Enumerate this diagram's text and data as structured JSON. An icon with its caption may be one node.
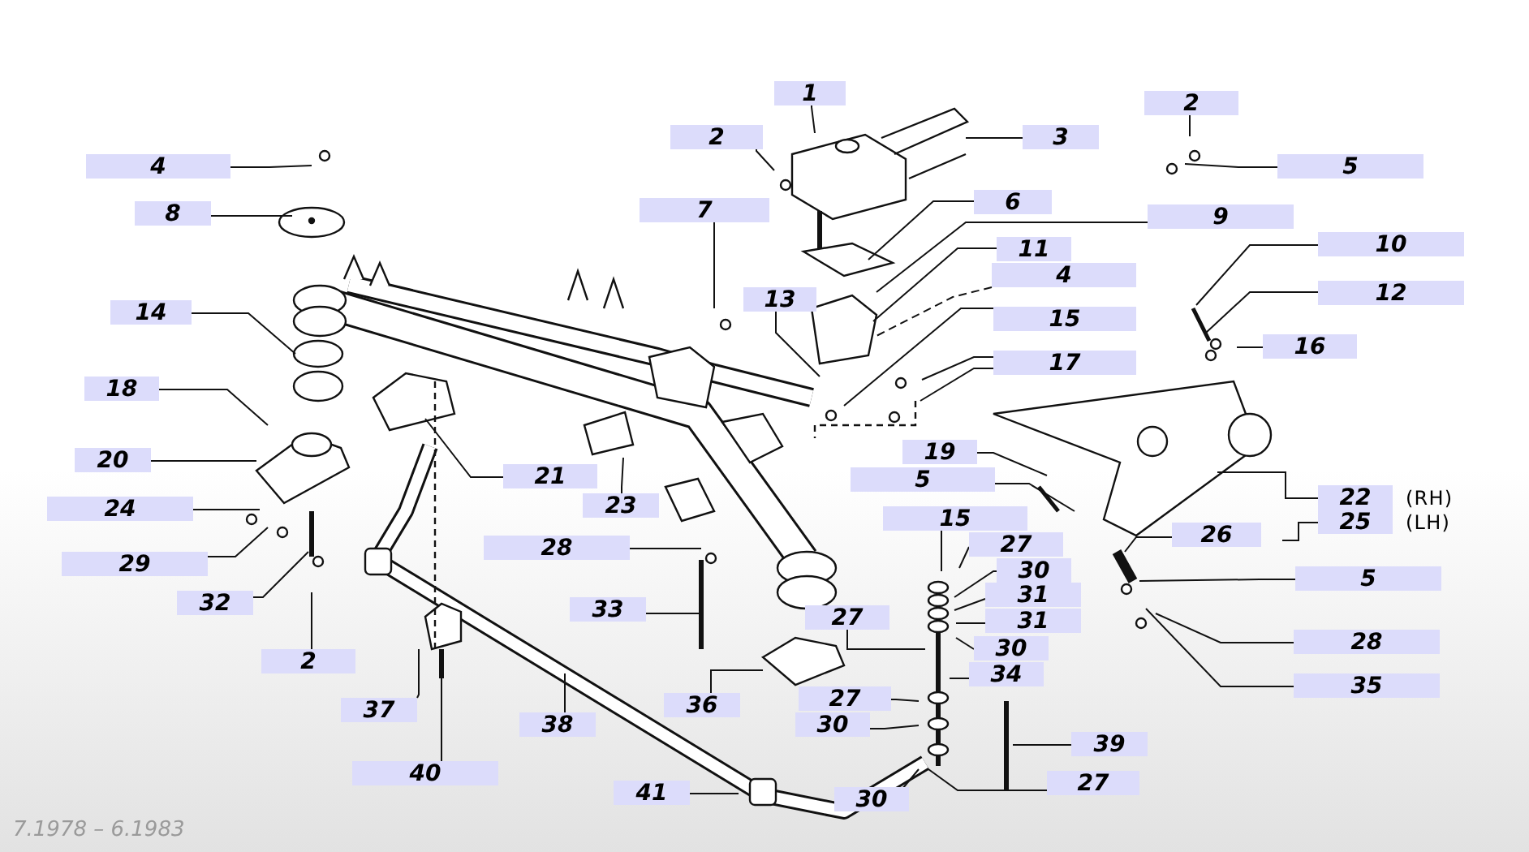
{
  "diagram": {
    "nodes": [
      {
        "text": [
          "1"
        ]
      },
      {
        "text": [
          "2"
        ]
      },
      {
        "text": [
          "3"
        ]
      },
      {
        "text": [
          "4"
        ]
      },
      {
        "text": [
          "5"
        ]
      },
      {
        "text": [
          "2"
        ]
      },
      {
        "text": [
          "8"
        ]
      },
      {
        "text": [
          "7"
        ]
      },
      {
        "text": [
          "6"
        ]
      },
      {
        "text": [
          "9"
        ]
      },
      {
        "text": [
          "11"
        ]
      },
      {
        "text": [
          "4"
        ]
      },
      {
        "text": [
          "10"
        ]
      },
      {
        "text": [
          "12"
        ]
      },
      {
        "text": [
          "16"
        ]
      },
      {
        "text": [
          "13"
        ]
      },
      {
        "text": [
          "14"
        ]
      },
      {
        "text": [
          "18"
        ]
      },
      {
        "text": [
          "15"
        ]
      },
      {
        "text": [
          "17"
        ]
      },
      {
        "text": [
          "19"
        ]
      },
      {
        "text": [
          "5"
        ]
      },
      {
        "text": [
          "20"
        ]
      },
      {
        "text": [
          "21"
        ]
      },
      {
        "text": [
          "23"
        ]
      },
      {
        "text": [
          "24"
        ]
      },
      {
        "text": [
          "29"
        ]
      },
      {
        "text": [
          "32"
        ]
      },
      {
        "text": [
          "2"
        ]
      },
      {
        "text": [
          "28"
        ]
      },
      {
        "text": [
          "33"
        ]
      },
      {
        "text": [
          "37"
        ]
      },
      {
        "text": [
          "38"
        ]
      },
      {
        "text": [
          "36"
        ]
      },
      {
        "text": [
          "40"
        ]
      },
      {
        "text": [
          "41"
        ]
      },
      {
        "text": [
          "15"
        ]
      },
      {
        "text": [
          "27"
        ]
      },
      {
        "text": [
          "30"
        ]
      },
      {
        "text": [
          "31"
        ]
      },
      {
        "text": [
          "31"
        ]
      },
      {
        "text": [
          "27"
        ]
      },
      {
        "text": [
          "30"
        ]
      },
      {
        "text": [
          "34"
        ]
      },
      {
        "text": [
          "27"
        ]
      },
      {
        "text": [
          "30"
        ]
      },
      {
        "text": [
          "30"
        ]
      },
      {
        "text": [
          "39"
        ]
      },
      {
        "text": [
          "27"
        ]
      },
      {
        "text": [
          "22"
        ],
        "beside": [
          "(RH)"
        ]
      },
      {
        "text": [
          "25"
        ],
        "beside": [
          "(LH)"
        ]
      },
      {
        "text": [
          "26"
        ]
      },
      {
        "text": [
          "5"
        ]
      },
      {
        "text": [
          "28"
        ]
      },
      {
        "text": [
          "35"
        ]
      }
    ],
    "edges": [
      {
        "from": 0,
        "to": null,
        "arrow": "none"
      },
      {
        "from": 1,
        "to": null,
        "arrow": "none"
      },
      {
        "from": 2,
        "to": null,
        "arrow": "none"
      },
      {
        "from": 3,
        "to": null,
        "arrow": "none"
      },
      {
        "from": 4,
        "to": null,
        "arrow": "none"
      },
      {
        "from": 5,
        "to": null,
        "arrow": "none"
      },
      {
        "from": 6,
        "to": null,
        "arrow": "none"
      },
      {
        "from": 7,
        "to": null,
        "arrow": "none"
      },
      {
        "from": 8,
        "to": null,
        "arrow": "none"
      },
      {
        "from": 9,
        "to": null,
        "arrow": "none"
      },
      {
        "from": 10,
        "to": null,
        "arrow": "none"
      },
      {
        "from": 11,
        "to": null,
        "arrow": "none",
        "style": "dashed"
      },
      {
        "from": 12,
        "to": null,
        "arrow": "none"
      },
      {
        "from": 13,
        "to": null,
        "arrow": "none"
      },
      {
        "from": 14,
        "to": null,
        "arrow": "none"
      },
      {
        "from": 15,
        "to": null,
        "arrow": "none"
      },
      {
        "from": 16,
        "to": null,
        "arrow": "none"
      },
      {
        "from": 17,
        "to": null,
        "arrow": "none"
      },
      {
        "from": 18,
        "to": null,
        "arrow": "none"
      },
      {
        "from": 19,
        "to": null,
        "arrow": "none"
      },
      {
        "from": 20,
        "to": null,
        "arrow": "none"
      },
      {
        "from": 21,
        "to": null,
        "arrow": "none"
      },
      {
        "from": 22,
        "to": null,
        "arrow": "none"
      },
      {
        "from": 23,
        "to": null,
        "arrow": "none"
      },
      {
        "from": 24,
        "to": null,
        "arrow": "none"
      },
      {
        "from": 25,
        "to": null,
        "arrow": "none"
      },
      {
        "from": 26,
        "to": null,
        "arrow": "none"
      },
      {
        "from": 27,
        "to": null,
        "arrow": "none"
      },
      {
        "from": 28,
        "to": null,
        "arrow": "none"
      },
      {
        "from": 29,
        "to": null,
        "arrow": "none"
      },
      {
        "from": 30,
        "to": null,
        "arrow": "none"
      },
      {
        "from": 31,
        "to": null,
        "arrow": "none"
      },
      {
        "from": 32,
        "to": null,
        "arrow": "none"
      },
      {
        "from": 33,
        "to": null,
        "arrow": "none"
      },
      {
        "from": 34,
        "to": null,
        "arrow": "none"
      },
      {
        "from": 35,
        "to": null,
        "arrow": "none"
      },
      {
        "from": 36,
        "to": null,
        "arrow": "none"
      },
      {
        "from": 37,
        "to": null,
        "arrow": "none"
      },
      {
        "from": 38,
        "to": null,
        "arrow": "none"
      },
      {
        "from": 39,
        "to": null,
        "arrow": "none"
      },
      {
        "from": 40,
        "to": null,
        "arrow": "none"
      },
      {
        "from": 41,
        "to": null,
        "arrow": "none"
      },
      {
        "from": 42,
        "to": null,
        "arrow": "none"
      },
      {
        "from": 43,
        "to": null,
        "arrow": "none"
      },
      {
        "from": 44,
        "to": null,
        "arrow": "none"
      },
      {
        "from": 45,
        "to": null,
        "arrow": "none"
      },
      {
        "from": 46,
        "to": null,
        "arrow": "none"
      },
      {
        "from": 47,
        "to": null,
        "arrow": "none"
      },
      {
        "from": 48,
        "to": null,
        "arrow": "none"
      },
      {
        "from": 49,
        "to": null,
        "arrow": "none"
      },
      {
        "from": 50,
        "to": null,
        "arrow": "none"
      },
      {
        "from": 51,
        "to": null,
        "arrow": "none"
      },
      {
        "from": 52,
        "to": null,
        "arrow": "none"
      },
      {
        "from": 53,
        "to": null,
        "arrow": "none"
      },
      {
        "from": 54,
        "to": null,
        "arrow": "none"
      },
      {
        "from": 19,
        "to": null,
        "arrow": "none"
      }
    ],
    "labels": [
      "7.1978 – 6.1983"
    ]
  }
}
